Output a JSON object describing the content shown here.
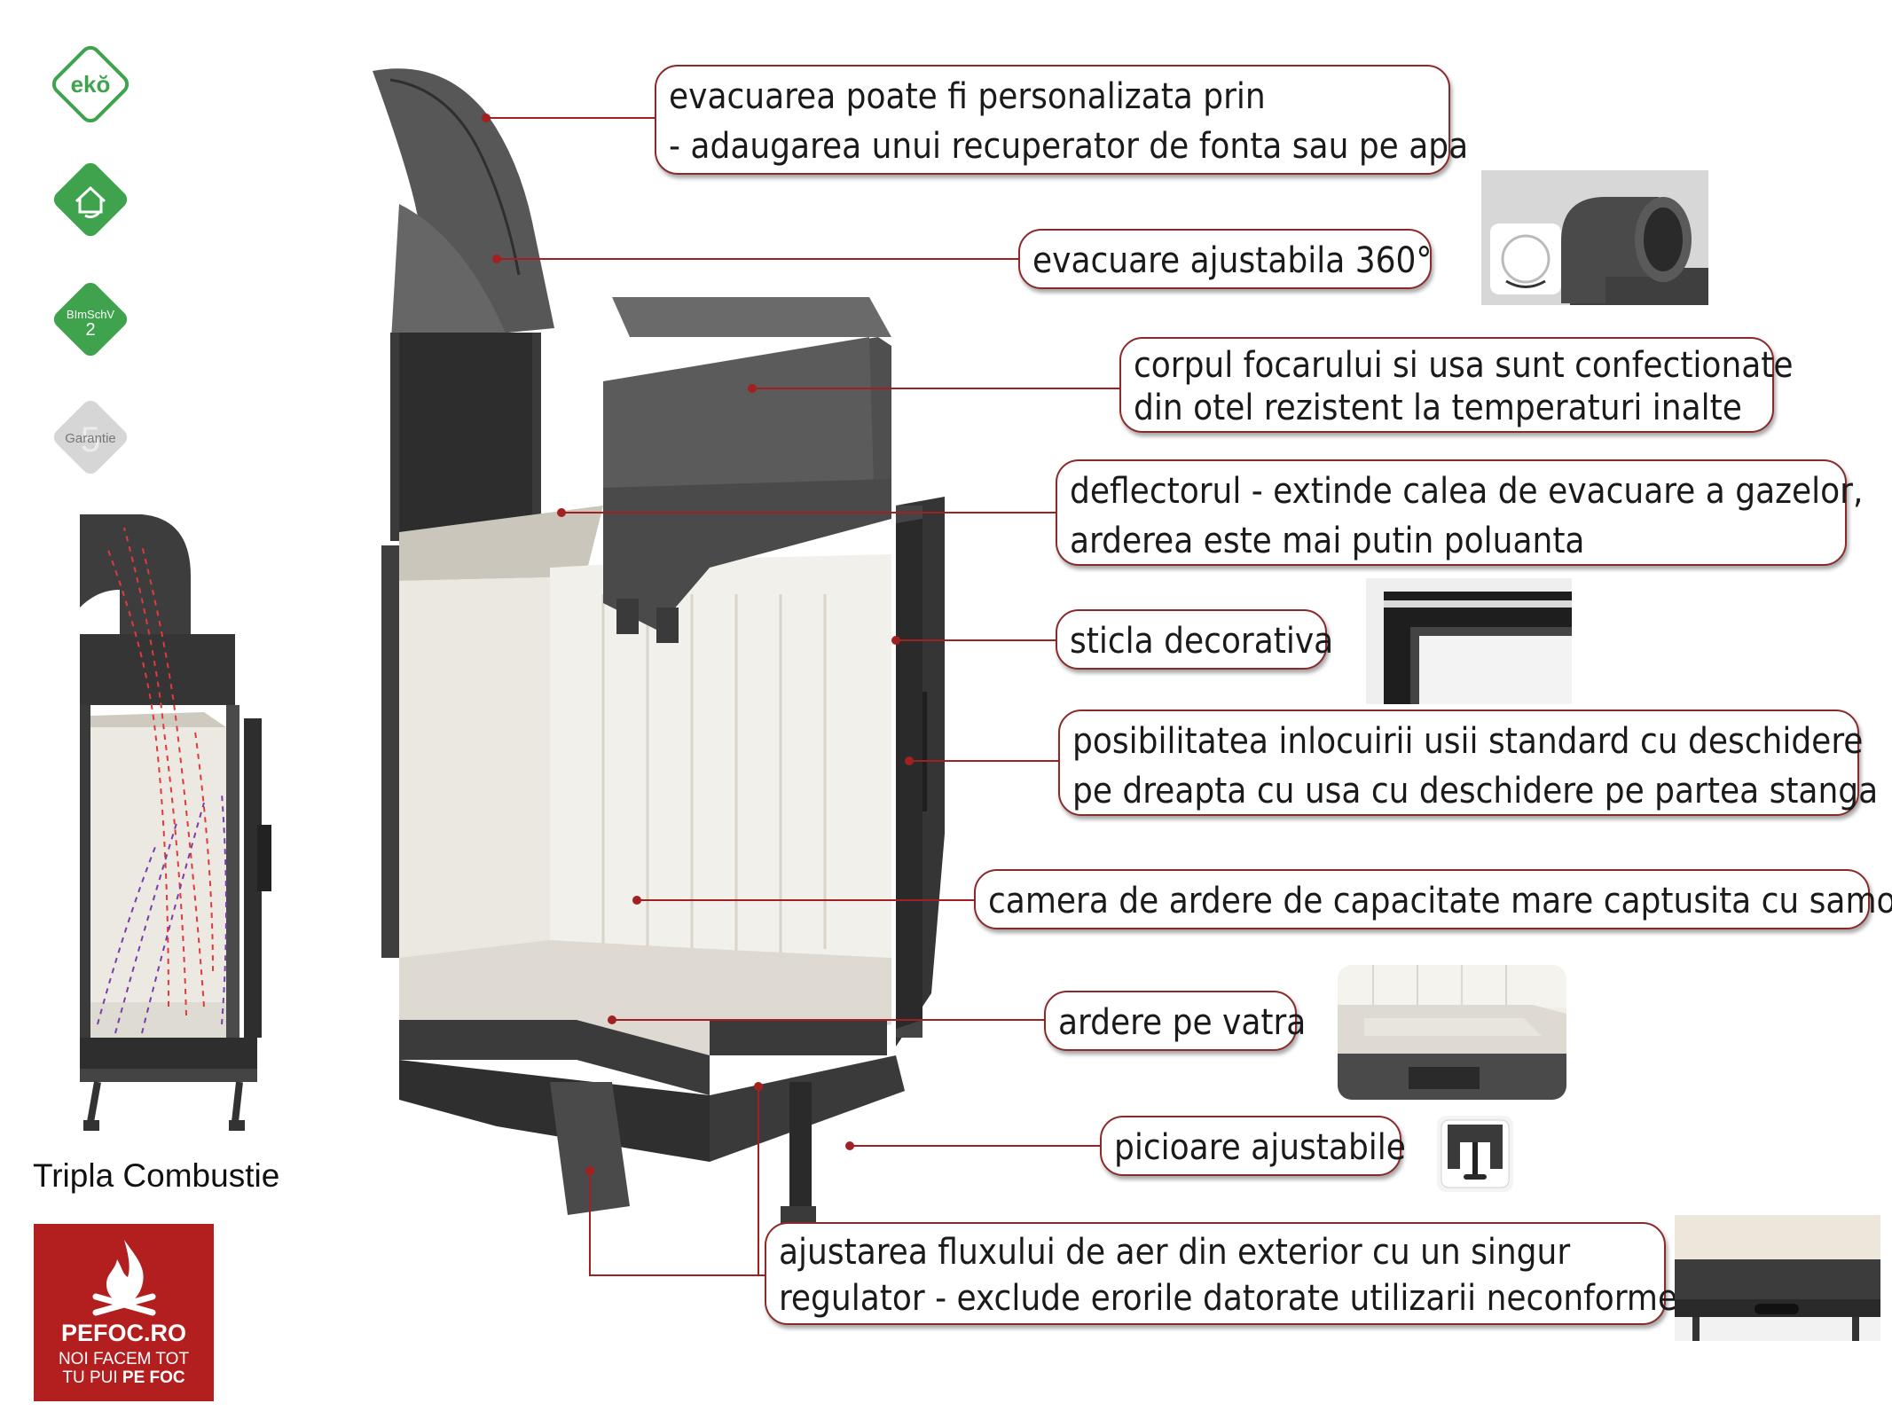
{
  "badges": {
    "eko": "ekŏ",
    "bimschv_line1": "BImSchV",
    "bimschv_line2": "2",
    "garantie_number": "5",
    "garantie_label": "Garantie"
  },
  "left_caption": "Tripla Combustie",
  "logo": {
    "name": "PEFOC.RO",
    "slogan_line1": "NOI FACEM TOT",
    "slogan_line2_a": "TU PUI ",
    "slogan_line2_b": "PE FOC"
  },
  "callouts": [
    {
      "lines": [
        "evacuarea poate fi personalizata prin",
        "- adaugarea unui recuperator de fonta sau pe apa"
      ]
    },
    {
      "lines": [
        "evacuare ajustabila 360°"
      ]
    },
    {
      "lines": [
        "corpul focarului si usa sunt confectionate",
        "din otel rezistent la temperaturi inalte"
      ]
    },
    {
      "lines": [
        "deflectorul - extinde calea de evacuare a gazelor,",
        "arderea este mai putin poluanta"
      ]
    },
    {
      "lines": [
        "sticla decorativa"
      ]
    },
    {
      "lines": [
        "posibilitatea inlocuirii usii standard cu deschidere",
        "pe dreapta cu usa cu deschidere pe partea stanga"
      ]
    },
    {
      "lines": [
        "camera de ardere de capacitate mare captusita cu samota"
      ]
    },
    {
      "lines": [
        "ardere pe vatra"
      ]
    },
    {
      "lines": [
        "picioare ajustabile"
      ]
    },
    {
      "lines": [
        "ajustarea fluxului de aer din exterior cu un singur",
        "regulator - exclude erorile datorate utilizarii neconforme"
      ]
    }
  ],
  "colors": {
    "badge_green": "#3fa34d",
    "badge_grey": "#cfcfcf",
    "callout_border": "#8b2a2a",
    "leader_line": "#a22020",
    "logo_red": "#b31e1e"
  }
}
